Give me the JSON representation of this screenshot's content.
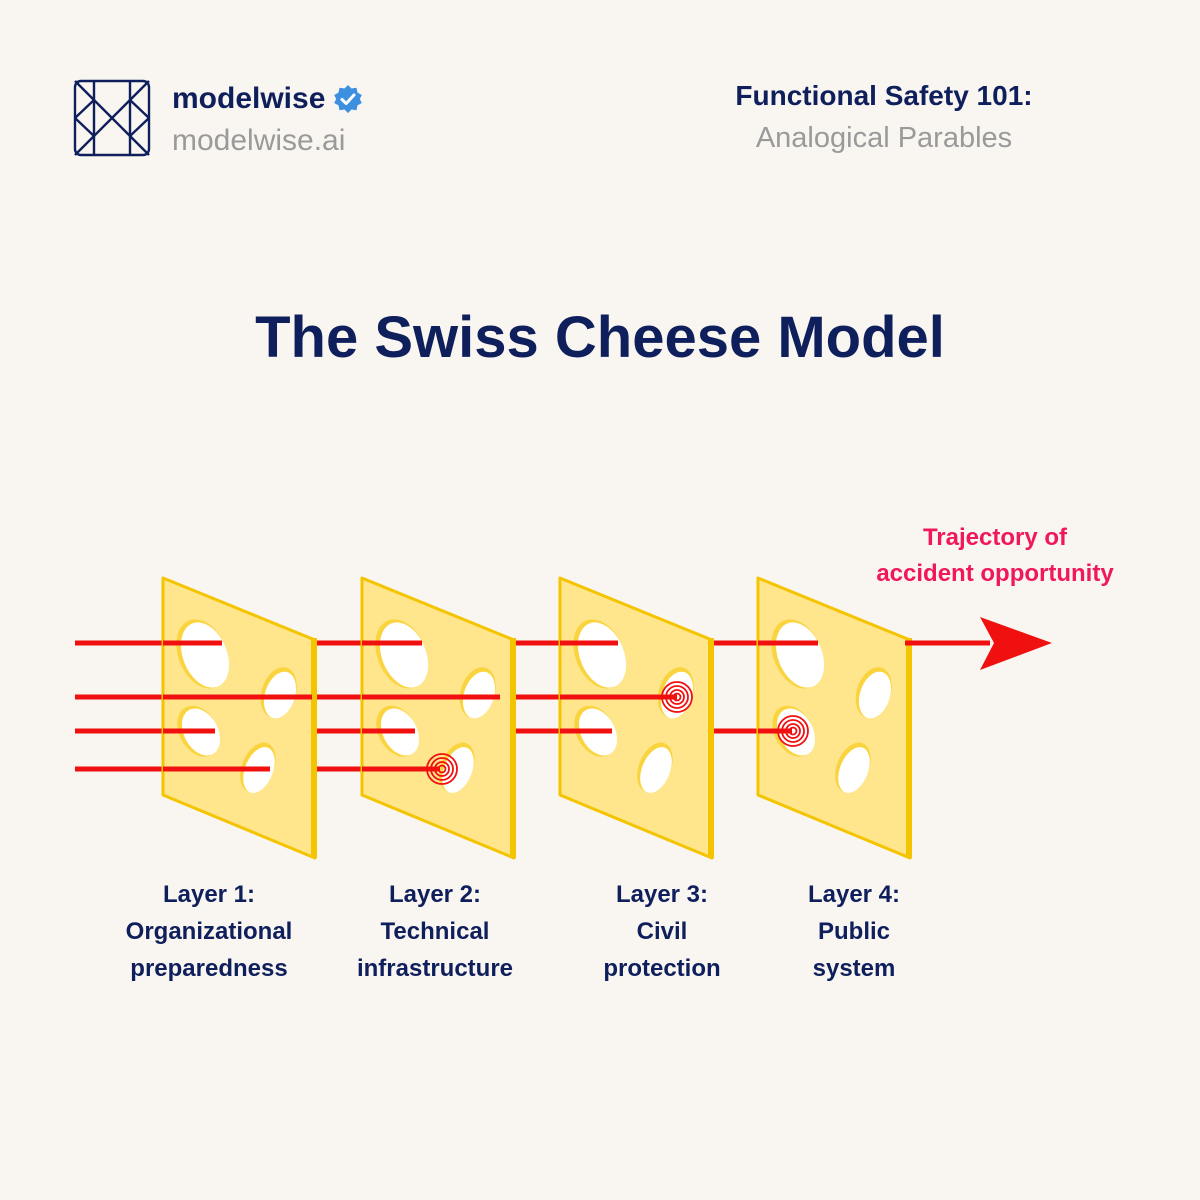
{
  "brand": {
    "name": "modelwise",
    "url": "modelwise.ai",
    "logo_icon": "modelwise-logo-icon",
    "verified_icon": "verified-badge-icon"
  },
  "series": {
    "title": "Functional Safety 101:",
    "subtitle": "Analogical Parables"
  },
  "title": "The Swiss Cheese Model",
  "trajectory": {
    "line1": "Trajectory of",
    "line2": "accident opportunity"
  },
  "layers": [
    {
      "line1": "Layer 1:",
      "line2": "Organizational",
      "line3": "preparedness"
    },
    {
      "line1": "Layer 2:",
      "line2": "Technical",
      "line3": "infrastructure"
    },
    {
      "line1": "Layer 3:",
      "line2": "Civil",
      "line3": "protection"
    },
    {
      "line1": "Layer 4:",
      "line2": "Public",
      "line3": "system"
    }
  ],
  "colors": {
    "navy": "#0f1f5c",
    "gray": "#9a9a9a",
    "background": "#f9f6f1",
    "cheese": "#ffe68c",
    "cheese_edge": "#f5c400",
    "trajectory_red": "#f01010",
    "accent_pink": "#f0185a",
    "verified_blue": "#3d8fe0"
  }
}
